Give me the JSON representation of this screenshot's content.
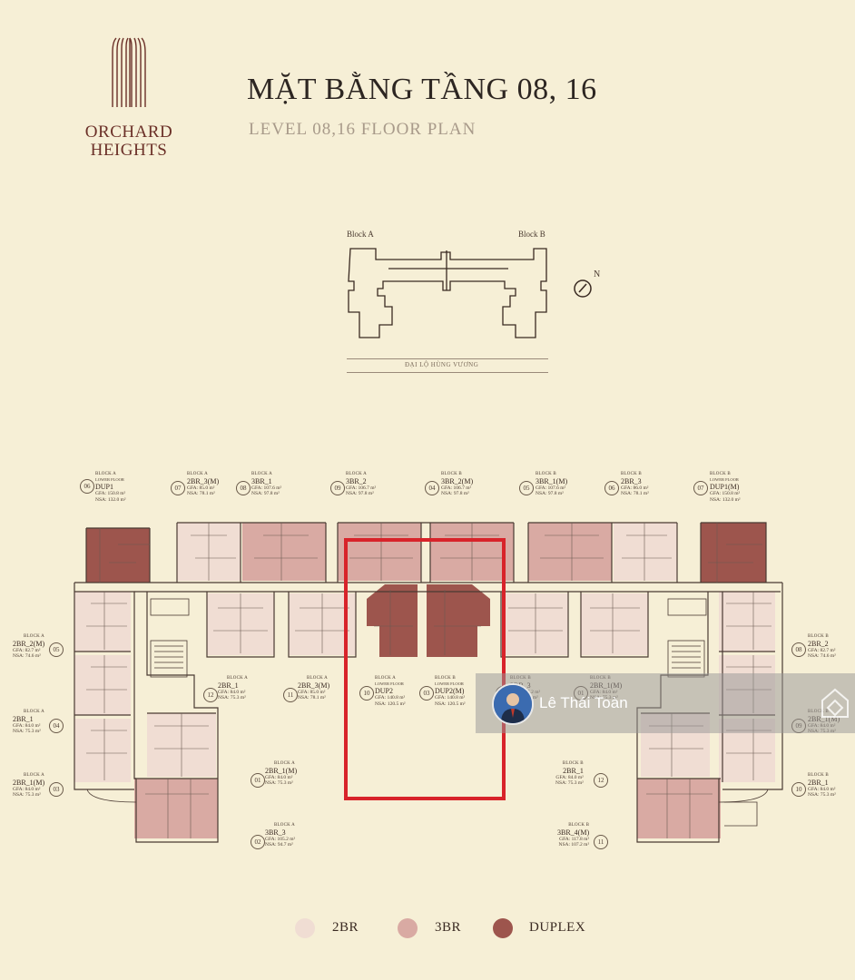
{
  "brand": {
    "line1": "ORCHARD",
    "line2": "HEIGHTS"
  },
  "title": "MẶT BẰNG TẦNG 08, 16",
  "subtitle": "LEVEL 08,16 FLOOR PLAN",
  "key_plan": {
    "block_a": "Block A",
    "block_b": "Block B",
    "north": "N",
    "road": "ĐẠI LỘ HÙNG VƯƠNG"
  },
  "units": [
    {
      "num": "06",
      "block": "BLOCK A",
      "sub": "LOWER FLOOR",
      "type": "DUP1",
      "gfa": "GFA: 150.8 m²",
      "nsa": "NSA: 132.0 m²"
    },
    {
      "num": "07",
      "block": "BLOCK A",
      "sub": "",
      "type": "2BR_3(M)",
      "gfa": "GFA: 85.0 m²",
      "nsa": "NSA: 78.1 m²"
    },
    {
      "num": "08",
      "block": "BLOCK A",
      "sub": "",
      "type": "3BR_1",
      "gfa": "GFA: 107.6 m²",
      "nsa": "NSA: 97.8 m²"
    },
    {
      "num": "09",
      "block": "BLOCK A",
      "sub": "",
      "type": "3BR_2",
      "gfa": "GFA: 106.7 m²",
      "nsa": "NSA: 97.8 m²"
    },
    {
      "num": "04",
      "block": "BLOCK B",
      "sub": "",
      "type": "3BR_2(M)",
      "gfa": "GFA: 106.7 m²",
      "nsa": "NSA: 97.8 m²"
    },
    {
      "num": "05",
      "block": "BLOCK B",
      "sub": "",
      "type": "3BR_1(M)",
      "gfa": "GFA: 107.6 m²",
      "nsa": "NSA: 97.8 m²"
    },
    {
      "num": "06",
      "block": "BLOCK B",
      "sub": "",
      "type": "2BR_3",
      "gfa": "GFA: 86.0 m²",
      "nsa": "NSA: 78.1 m²"
    },
    {
      "num": "07",
      "block": "BLOCK B",
      "sub": "LOWER FLOOR",
      "type": "DUP1(M)",
      "gfa": "GFA: 150.8 m²",
      "nsa": "NSA: 132.0 m²"
    },
    {
      "num": "05",
      "block": "BLOCK A",
      "sub": "",
      "type": "2BR_2(M)",
      "gfa": "GFA: 82.7 m²",
      "nsa": "NSA: 74.6 m²"
    },
    {
      "num": "04",
      "block": "BLOCK A",
      "sub": "",
      "type": "2BR_1",
      "gfa": "GFA: 84.0 m²",
      "nsa": "NSA: 75.3 m²"
    },
    {
      "num": "03",
      "block": "BLOCK A",
      "sub": "",
      "type": "2BR_1(M)",
      "gfa": "GFA: 84.0 m²",
      "nsa": "NSA: 75.3 m²"
    },
    {
      "num": "12",
      "block": "BLOCK A",
      "sub": "",
      "type": "2BR_1",
      "gfa": "GFA: 84.0 m²",
      "nsa": "NSA: 75.3 m²"
    },
    {
      "num": "11",
      "block": "BLOCK A",
      "sub": "",
      "type": "2BR_3(M)",
      "gfa": "GFA: 85.0 m²",
      "nsa": "NSA: 78.1 m²"
    },
    {
      "num": "10",
      "block": "BLOCK A",
      "sub": "LOWER FLOOR",
      "type": "DUP2",
      "gfa": "GFA: 140.8 m²",
      "nsa": "NSA: 120.5 m²"
    },
    {
      "num": "03",
      "block": "BLOCK B",
      "sub": "LOWER FLOOR",
      "type": "DUP2(M)",
      "gfa": "GFA: 140.8 m²",
      "nsa": "NSA: 120.5 m²"
    },
    {
      "num": "01",
      "block": "BLOCK A",
      "sub": "",
      "type": "2BR_1(M)",
      "gfa": "GFA: 84.0 m²",
      "nsa": "NSA: 75.3 m²"
    },
    {
      "num": "02",
      "block": "BLOCK A",
      "sub": "",
      "type": "3BR_3",
      "gfa": "GFA: 105.2 m²",
      "nsa": "NSA: 94.7 m²"
    },
    {
      "num": "08",
      "block": "BLOCK B",
      "sub": "",
      "type": "2BR_2",
      "gfa": "GFA: 82.7 m²",
      "nsa": "NSA: 74.6 m²"
    },
    {
      "num": "09",
      "block": "BLOCK B",
      "sub": "",
      "type": "2BR_1(M)",
      "gfa": "GFA: 84.0 m²",
      "nsa": "NSA: 75.3 m²"
    },
    {
      "num": "10",
      "block": "BLOCK B",
      "sub": "",
      "type": "2BR_1",
      "gfa": "GFA: 84.0 m²",
      "nsa": "NSA: 75.3 m²"
    },
    {
      "num": "12",
      "block": "BLOCK B",
      "sub": "",
      "type": "2BR_1",
      "gfa": "GFA: 84.0 m²",
      "nsa": "NSA: 75.3 m²"
    },
    {
      "num": "11",
      "block": "BLOCK B",
      "sub": "",
      "type": "3BR_4(M)",
      "gfa": "GFA: 117.8 m²",
      "nsa": "NSA: 107.2 m²"
    },
    {
      "num": "01",
      "block": "BLOCK B",
      "sub": "",
      "type": "2BR_1(M)",
      "gfa": "GFA: 84.0 m²",
      "nsa": "NSA: 75.3 m²"
    },
    {
      "num": "02",
      "block": "BLOCK B",
      "sub": "",
      "type": "3BR_3",
      "gfa": "GFA: 105.2 m²",
      "nsa": "NSA: 94.7 m²"
    }
  ],
  "legend": [
    {
      "label": "2BR",
      "color": "#f0ddd3"
    },
    {
      "label": "3BR",
      "color": "#d9aaa3"
    },
    {
      "label": "DUPLEX",
      "color": "#9d554d"
    }
  ],
  "colors": {
    "c2br": "#f0ddd3",
    "c3br": "#d9aaa3",
    "cdup": "#9d554d",
    "highlight": "#d8232a",
    "wall": "#4a3a32",
    "background": "#f6efd6"
  },
  "watermark": {
    "name": "Lê Thái Toàn"
  }
}
